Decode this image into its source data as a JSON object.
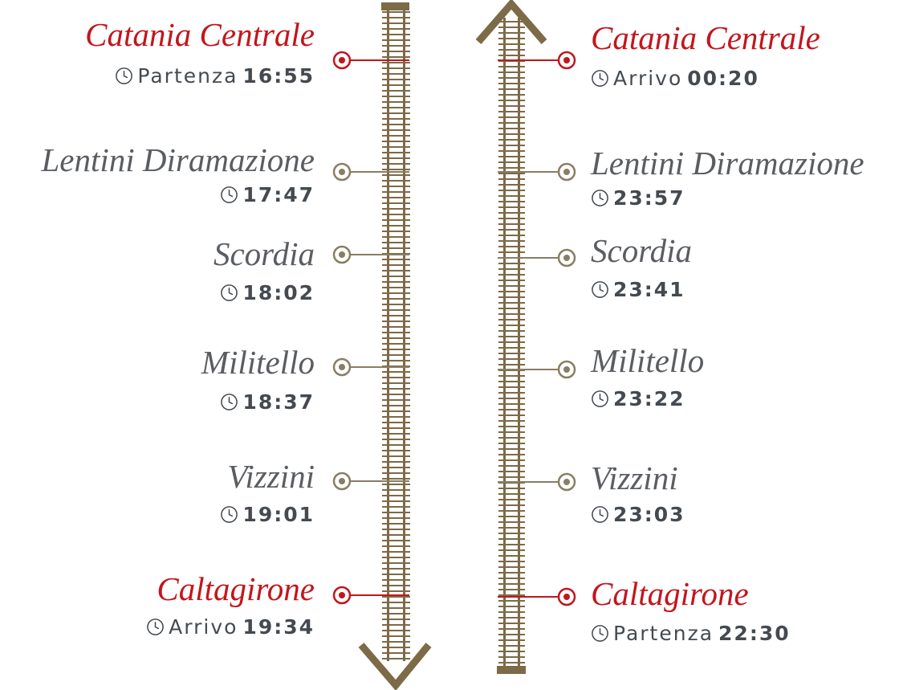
{
  "colors": {
    "track": "#7d6a47",
    "terminal": "#c2161c",
    "intermediate": "#8a7d63",
    "station_text": "#5a5d61",
    "time_text": "#444a50"
  },
  "icons": {
    "clock": "clock-icon",
    "station_marker": "station-dot-icon",
    "arrow_down": "arrow-down-icon",
    "arrow_up": "arrow-up-icon"
  },
  "outbound": {
    "direction": "down",
    "stops": [
      {
        "name": "Catania Centrale",
        "label": "Partenza",
        "time": "16:55",
        "terminal": true
      },
      {
        "name": "Lentini Diramazione",
        "label": "",
        "time": "17:47",
        "terminal": false
      },
      {
        "name": "Scordia",
        "label": "",
        "time": "18:02",
        "terminal": false
      },
      {
        "name": "Militello",
        "label": "",
        "time": "18:37",
        "terminal": false
      },
      {
        "name": "Vizzini",
        "label": "",
        "time": "19:01",
        "terminal": false
      },
      {
        "name": "Caltagirone",
        "label": "Arrivo",
        "time": "19:34",
        "terminal": true
      }
    ]
  },
  "inbound": {
    "direction": "up",
    "stops": [
      {
        "name": "Catania Centrale",
        "label": "Arrivo",
        "time": "00:20",
        "terminal": true
      },
      {
        "name": "Lentini Diramazione",
        "label": "",
        "time": "23:57",
        "terminal": false
      },
      {
        "name": "Scordia",
        "label": "",
        "time": "23:41",
        "terminal": false
      },
      {
        "name": "Militello",
        "label": "",
        "time": "23:22",
        "terminal": false
      },
      {
        "name": "Vizzini",
        "label": "",
        "time": "23:03",
        "terminal": false
      },
      {
        "name": "Caltagirone",
        "label": "Partenza",
        "time": "22:30",
        "terminal": true
      }
    ]
  }
}
